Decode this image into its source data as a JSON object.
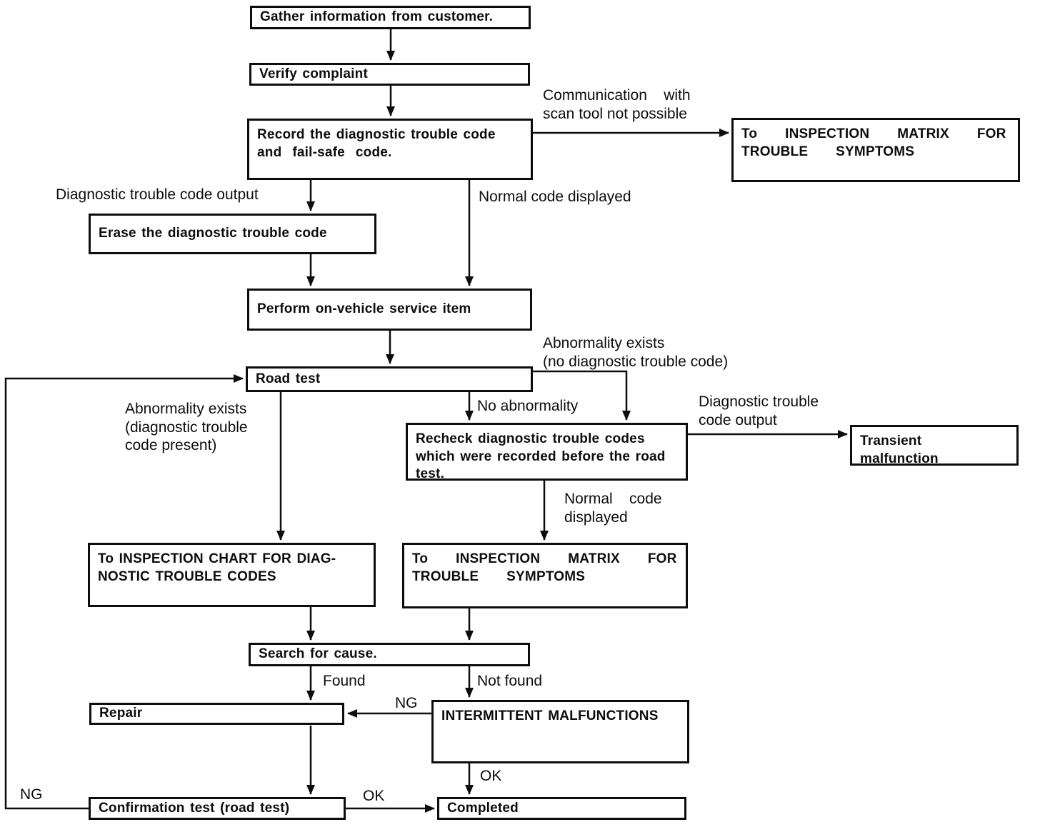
{
  "boxes": {
    "gather": {
      "label": "Gather information from customer."
    },
    "verify": {
      "label": "Verify complaint"
    },
    "record": {
      "label": "Record the diagnostic trouble code\nand  fail-safe  code."
    },
    "inspection_matrix_top": {
      "label": "To  INSPECTION  MATRIX  FOR\nTROUBLE  SYMPTOMS"
    },
    "erase": {
      "label": "Erase the diagnostic trouble code"
    },
    "perform": {
      "label": "Perform on-vehicle service item"
    },
    "road_test": {
      "label": "Road test"
    },
    "recheck": {
      "label": "Recheck diagnostic trouble codes\nwhich were recorded before the road\ntest."
    },
    "transient": {
      "label": "Transient\nmalfunction"
    },
    "inspection_chart": {
      "label": "To INSPECTION CHART FOR DIAG-\nNOSTIC TROUBLE CODES"
    },
    "inspection_matrix_bottom": {
      "label": "To  INSPECTION  MATRIX  FOR\nTROUBLE  SYMPTOMS"
    },
    "search": {
      "label": "Search for cause."
    },
    "repair": {
      "label": "Repair"
    },
    "intermittent": {
      "label": "INTERMITTENT MALFUNCTIONS"
    },
    "confirmation": {
      "label": "Confirmation test (road test)"
    },
    "completed": {
      "label": "Completed"
    }
  },
  "labels": {
    "communication": "Communication    with\nscan tool not possible",
    "dtc_output_left": "Diagnostic trouble code output",
    "normal_code_top": "Normal code displayed",
    "abnormality_no_dtc": "Abnormality exists\n(no diagnostic trouble code)",
    "abnormality_dtc": "Abnormality exists\n(diagnostic trouble\ncode present)",
    "no_abnormality": "No abnormality",
    "dtc_output_right": "Diagnostic trouble\ncode output",
    "normal_code_mid": "Normal    code\ndisplayed",
    "found": "Found",
    "not_found": "Not found",
    "ng_mid": "NG",
    "ok_intermittent": "OK",
    "ng_loop": "NG",
    "ok_confirmation": "OK"
  },
  "colors": {
    "line": "#0d0d0d",
    "box_border": "#0d0d0d",
    "background": "#ffffff",
    "text": "#0d0d0d"
  }
}
